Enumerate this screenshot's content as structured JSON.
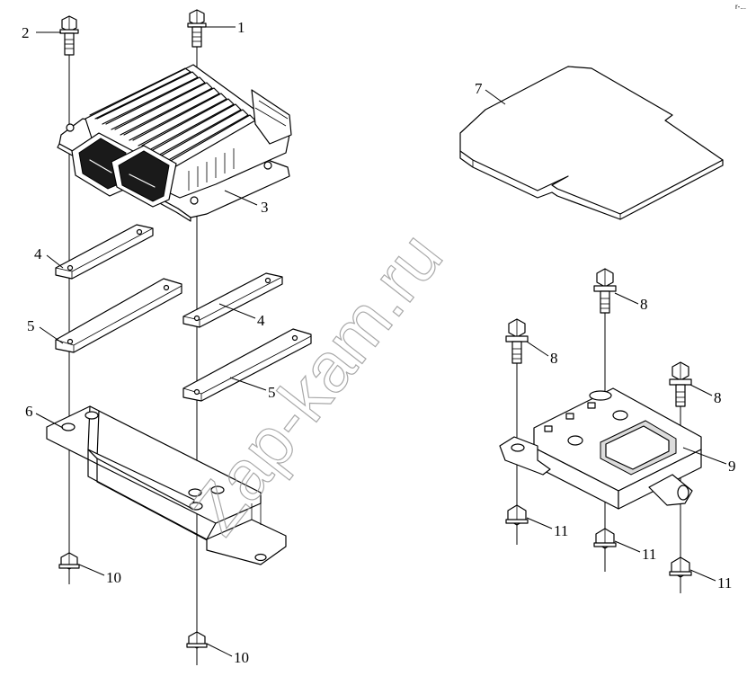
{
  "diagram": {
    "callouts": {
      "c1": "1",
      "c2": "2",
      "c3": "3",
      "c4a": "4",
      "c4b": "4",
      "c5a": "5",
      "c5b": "5",
      "c6": "6",
      "c7": "7",
      "c8a": "8",
      "c8b": "8",
      "c8c": "8",
      "c9": "9",
      "c10a": "10",
      "c10b": "10",
      "c11a": "11",
      "c11b": "11",
      "c11c": "11"
    },
    "watermark": "Zap-kam.ru",
    "corner_mark": "r-..."
  }
}
